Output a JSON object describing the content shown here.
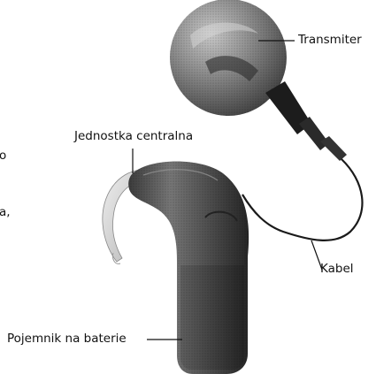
{
  "labels": {
    "transmitter": "Transmiter",
    "central_unit": "Jednostka centralna",
    "cable": "Kabel",
    "battery": "Pojemnik na baterie"
  },
  "edge_fragments": {
    "frag1": "o",
    "frag2": "a,"
  }
}
